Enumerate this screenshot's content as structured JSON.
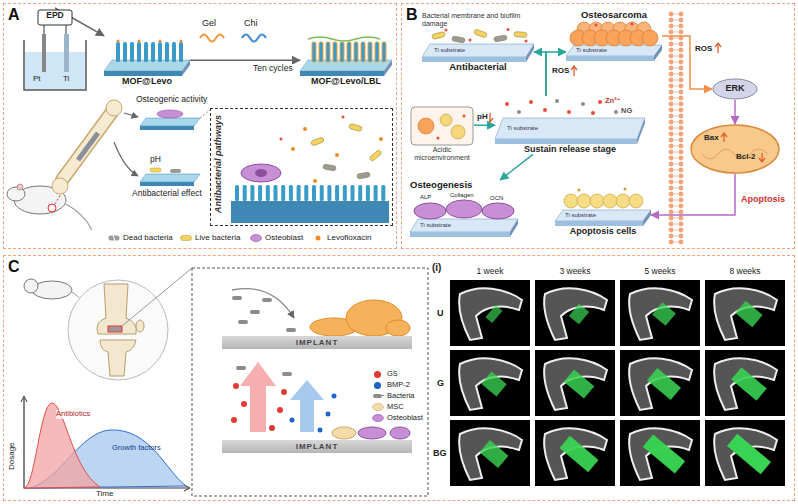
{
  "diagram": {
    "nodes": [
      {
        "text": [
          "A"
        ]
      },
      {
        "text": [
          "B"
        ]
      },
      {
        "text": [
          "C"
        ]
      },
      {
        "text": [
          "EPD",
          "Pt",
          "Ti"
        ],
        "in": 0
      },
      {
        "text": [
          "MOF@Levo"
        ],
        "in": 0
      },
      {
        "text": [
          "MOF@Levo/LBL"
        ],
        "in": 0
      },
      {
        "text": [
          "Antibacterial pathways"
        ],
        "in": 0
      },
      {
        "text": [
          "Bacterial membrane and biofilm damage",
          "Ti substrate",
          "Antibacterial"
        ],
        "in": 1
      },
      {
        "text": [
          "Osteosarcoma",
          "Ti substrate"
        ],
        "in": 1
      },
      {
        "text": [
          "Acidic microenvironment"
        ],
        "in": 1
      },
      {
        "text": [
          "Zn²⁺",
          "NG",
          "Ti substrate",
          "Sustain release stage"
        ],
        "in": 1
      },
      {
        "text": [
          "Osteogenesis",
          "ALP",
          "Collagen",
          "OCN",
          "Ti substrate"
        ],
        "in": 1
      },
      {
        "text": [
          "Ti substrate",
          "Apoptosis cells"
        ],
        "in": 1
      },
      {
        "text": [
          "ERK"
        ],
        "in": 1
      },
      {
        "text": [
          "Bax",
          "Bcl-2"
        ],
        "in": 1
      },
      {
        "text": [
          "IMPLANT"
        ],
        "in": 2
      },
      {
        "text": [
          "IMPLANT"
        ],
        "in": 2
      }
    ],
    "edges": [
      {
        "from": 3,
        "to": 4,
        "arrow": "to"
      },
      {
        "from": 4,
        "to": 5,
        "label": "Ten cycles",
        "arrow": "to"
      },
      {
        "from": 9,
        "to": 10,
        "label": "pH",
        "arrow": "to"
      },
      {
        "from": 10,
        "to": 7,
        "arrow": "to"
      },
      {
        "from": 10,
        "to": 8,
        "arrow": "to"
      },
      {
        "from": 10,
        "to": 11,
        "arrow": "to"
      },
      {
        "from": 8,
        "to": 13,
        "label": "ROS",
        "arrow": "to"
      },
      {
        "from": 13,
        "to": 14,
        "arrow": "to"
      },
      {
        "from": 14,
        "to": 12,
        "label": "Apoptosis",
        "arrow": "to"
      }
    ],
    "labels": [
      "Gel",
      "Chi",
      "Osteogenic activity",
      "pH",
      "Antibacterial effect",
      "ROS",
      "Dosage",
      "Time",
      "Antibiotics",
      "Growth factors",
      "(i)",
      "1 week",
      "3 weeks",
      "5 weeks",
      "8 weeks",
      "U",
      "G",
      "BG"
    ],
    "legend": [
      {
        "text": "Dead bacteria"
      },
      {
        "text": "Live bacteria"
      },
      {
        "text": "Osteoblast"
      },
      {
        "text": "Levofloxacin"
      },
      {
        "text": "GS",
        "color": "#e53935"
      },
      {
        "text": "BMP-2",
        "color": "#1e63c8"
      },
      {
        "text": "Bacteria"
      },
      {
        "text": "MSC"
      },
      {
        "text": "Osteoblast"
      }
    ]
  }
}
